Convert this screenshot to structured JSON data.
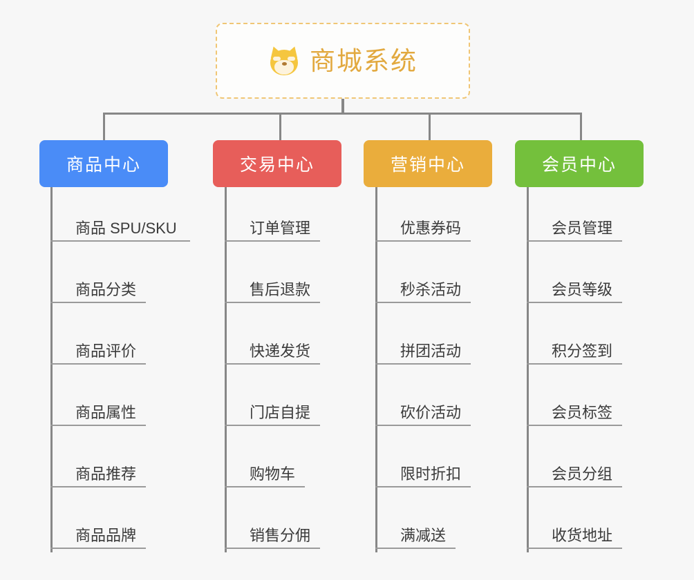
{
  "root": {
    "title": "商城系统",
    "icon": "shiba-dog-icon",
    "title_color": "#e2a93f",
    "border_color": "#f0c675"
  },
  "line_color": "#878787",
  "branches": [
    {
      "id": "product-center",
      "label": "商品中心",
      "color": "#4a8cf7",
      "items": [
        "商品 SPU/SKU",
        "商品分类",
        "商品评价",
        "商品属性",
        "商品推荐",
        "商品品牌"
      ]
    },
    {
      "id": "trade-center",
      "label": "交易中心",
      "color": "#e75e5a",
      "items": [
        "订单管理",
        "售后退款",
        "快递发货",
        "门店自提",
        "购物车",
        "销售分佣"
      ]
    },
    {
      "id": "marketing-center",
      "label": "营销中心",
      "color": "#eaad3c",
      "items": [
        "优惠券码",
        "秒杀活动",
        "拼团活动",
        "砍价活动",
        "限时折扣",
        "满减送"
      ]
    },
    {
      "id": "member-center",
      "label": "会员中心",
      "color": "#74c03c",
      "items": [
        "会员管理",
        "会员等级",
        "积分签到",
        "会员标签",
        "会员分组",
        "收货地址"
      ]
    }
  ]
}
